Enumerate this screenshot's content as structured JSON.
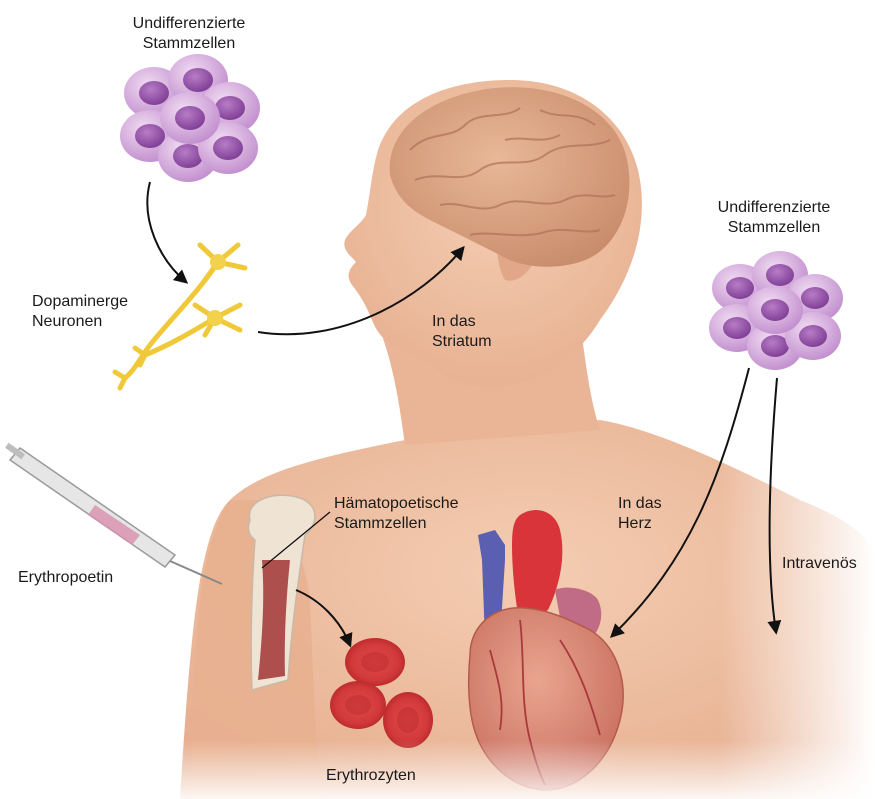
{
  "labels": {
    "stem_cells_top": [
      "Undifferenzierte",
      "Stammzellen"
    ],
    "stem_cells_right": [
      "Undifferenzierte",
      "Stammzellen"
    ],
    "dopaminergic": [
      "Dopaminerge",
      "Neuronen"
    ],
    "striatum": [
      "In das",
      "Striatum"
    ],
    "heart_target": [
      "In das",
      "Herz"
    ],
    "hematopoietic": [
      "Hämatopoetische",
      "Stammzellen"
    ],
    "intravenous": "Intravenös",
    "erythropoietin": "Erythropoetin",
    "erythrocytes": "Erythrozyten"
  },
  "colors": {
    "skin": "#efc3a4",
    "skin_shadow": "#e2a98a",
    "brain": "#d8a07e",
    "cell": "#c79ad0",
    "cell_nucleus": "#9c58ad",
    "neuron": "#f2d24a",
    "rbc": "#d93a3a",
    "heart": "#c9605a",
    "aorta": "#d8343a",
    "vein": "#5a5fb2",
    "pulmonary": "#c06c86",
    "arrow": "#111111"
  }
}
